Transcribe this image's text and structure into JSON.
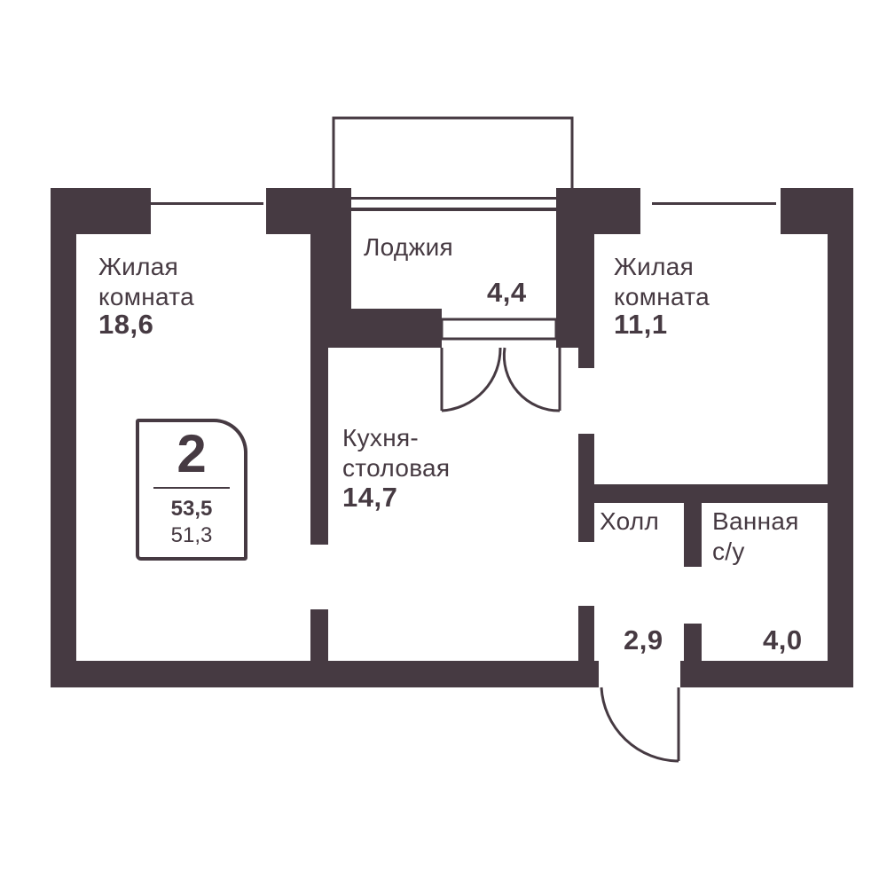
{
  "colors": {
    "wall": "#463a42",
    "background": "#ffffff"
  },
  "rooms": {
    "living_room_1": {
      "name": "Жилая\nкомната",
      "area": "18,6"
    },
    "loggia": {
      "name": "Лоджия",
      "area": "4,4"
    },
    "living_room_2": {
      "name": "Жилая\nкомната",
      "area": "11,1"
    },
    "kitchen": {
      "name": "Кухня-\nстоловая",
      "area": "14,7"
    },
    "hall": {
      "name": "Холл",
      "area": "2,9"
    },
    "bathroom": {
      "name": "Ванная\nс/у",
      "area": "4,0"
    }
  },
  "summary": {
    "rooms_count": "2",
    "total_area": "53,5",
    "living_area": "51,3"
  }
}
